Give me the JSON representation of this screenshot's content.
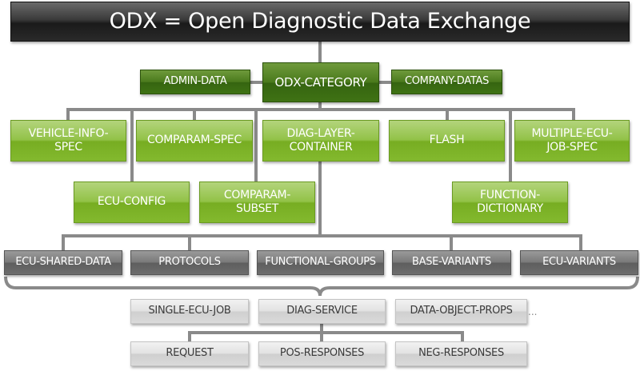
{
  "title": "ODX = Open Diagnostic Data Exchange",
  "category": {
    "center": "ODX-CATEGORY",
    "left": "ADMIN-DATA",
    "right": "COMPANY-DATAS"
  },
  "containers_row1": [
    "VEHICLE-INFO-SPEC",
    "COMPARAM-SPEC",
    "DIAG-LAYER-CONTAINER",
    "FLASH",
    "MULTIPLE-ECU-JOB-SPEC"
  ],
  "containers_row2": [
    "ECU-CONFIG",
    "COMPARAM-SUBSET",
    "FUNCTION-DICTIONARY"
  ],
  "diag_layers": [
    "ECU-SHARED-DATA",
    "PROTOCOLS",
    "FUNCTIONAL-GROUPS",
    "BASE-VARIANTS",
    "ECU-VARIANTS"
  ],
  "layer_contents": [
    "SINGLE-ECU-JOB",
    "DIAG-SERVICE",
    "DATA-OBJECT-PROPS"
  ],
  "more": "...",
  "service_parts": [
    "REQUEST",
    "POS-RESPONSES",
    "NEG-RESPONSES"
  ],
  "colors": {
    "title": "#2a2a2a",
    "dark_green": "#3f7214",
    "light_green": "#83b92e",
    "grey": "#6c6c6c",
    "light_grey": "#dadada",
    "connector": "#8a8a8a"
  }
}
